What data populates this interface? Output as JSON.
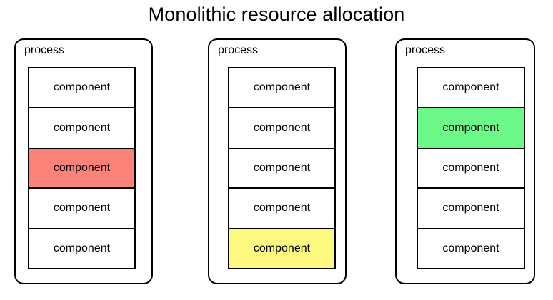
{
  "title": "Monolithic resource allocation",
  "colors": {
    "background": "#ffffff",
    "stroke": "#000000",
    "text": "#000000",
    "highlight_red": "#fb8179",
    "highlight_yellow": "#fdf87f",
    "highlight_green": "#6cf98a",
    "component_default": "#ffffff"
  },
  "processes": [
    {
      "label": "process",
      "components": [
        {
          "label": "component",
          "fill": "#ffffff",
          "highlighted": false
        },
        {
          "label": "component",
          "fill": "#ffffff",
          "highlighted": false
        },
        {
          "label": "component",
          "fill": "#fb8179",
          "highlighted": true
        },
        {
          "label": "component",
          "fill": "#ffffff",
          "highlighted": false
        },
        {
          "label": "component",
          "fill": "#ffffff",
          "highlighted": false
        }
      ]
    },
    {
      "label": "process",
      "components": [
        {
          "label": "component",
          "fill": "#ffffff",
          "highlighted": false
        },
        {
          "label": "component",
          "fill": "#ffffff",
          "highlighted": false
        },
        {
          "label": "component",
          "fill": "#ffffff",
          "highlighted": false
        },
        {
          "label": "component",
          "fill": "#ffffff",
          "highlighted": false
        },
        {
          "label": "component",
          "fill": "#fdf87f",
          "highlighted": true
        }
      ]
    },
    {
      "label": "process",
      "components": [
        {
          "label": "component",
          "fill": "#ffffff",
          "highlighted": false
        },
        {
          "label": "component",
          "fill": "#6cf98a",
          "highlighted": true
        },
        {
          "label": "component",
          "fill": "#ffffff",
          "highlighted": false
        },
        {
          "label": "component",
          "fill": "#ffffff",
          "highlighted": false
        },
        {
          "label": "component",
          "fill": "#ffffff",
          "highlighted": false
        }
      ]
    }
  ]
}
